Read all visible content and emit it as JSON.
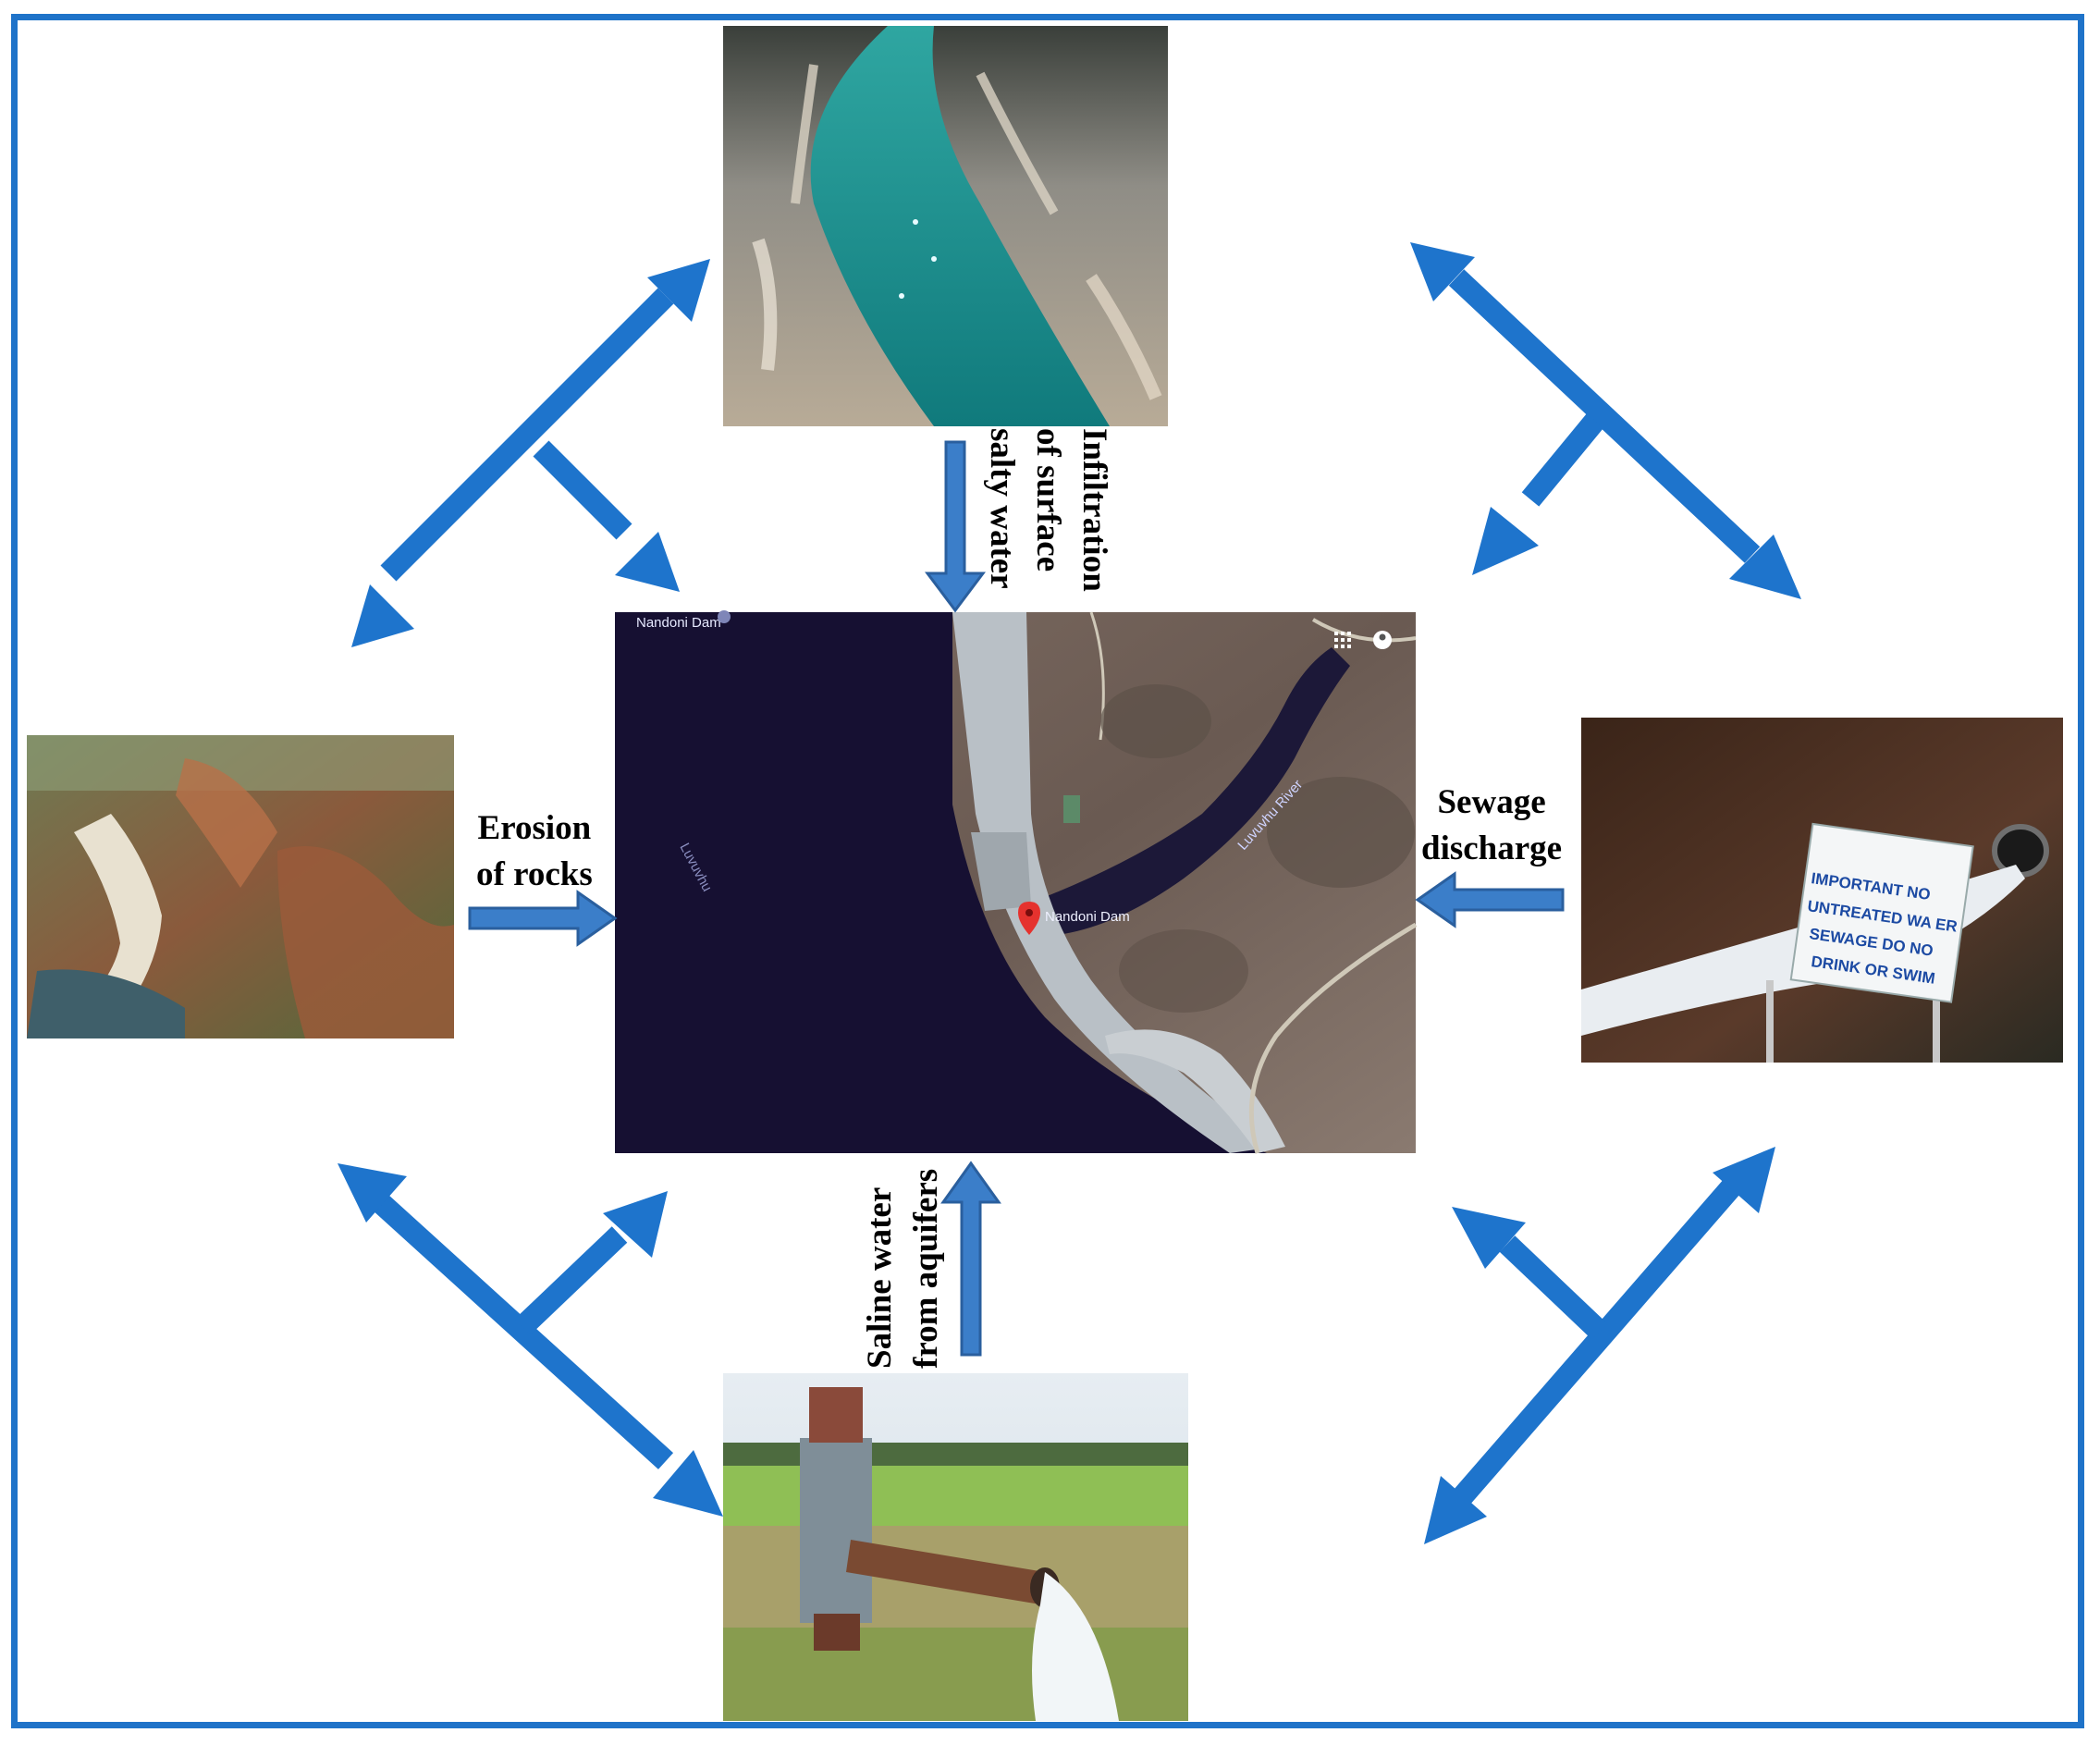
{
  "colors": {
    "frame": "#1f73c9",
    "arrow": "#1e74cc",
    "water_dark": "#161032"
  },
  "central_map": {
    "caption": "Nandoni Dam",
    "pin_label": "Nandoni Dam",
    "river_label": "Luvuvhu River",
    "water_label": "Luvuvhu",
    "icons": [
      "grid-icon",
      "profile-icon",
      "map-pin-icon"
    ]
  },
  "sources": {
    "top": {
      "label_lines": [
        "Infiltration",
        "of surface",
        "salty water"
      ],
      "photo": "salt-terraces-river-photo"
    },
    "left": {
      "label_lines": [
        "Erosion",
        "of rocks"
      ],
      "photo": "eroded-rock-gorge-photo"
    },
    "right": {
      "label_lines": [
        "Sewage",
        "discharge"
      ],
      "photo": "sewage-outfall-photo",
      "sign_lines": [
        "IMPORTANT NO",
        "UNTREATED WA ER",
        "SEWAGE DO NO",
        "DRINK OR SWIM"
      ]
    },
    "bottom": {
      "label_lines": [
        "Saline water",
        "from aquifers"
      ],
      "photo": "borehole-pump-photo"
    }
  }
}
